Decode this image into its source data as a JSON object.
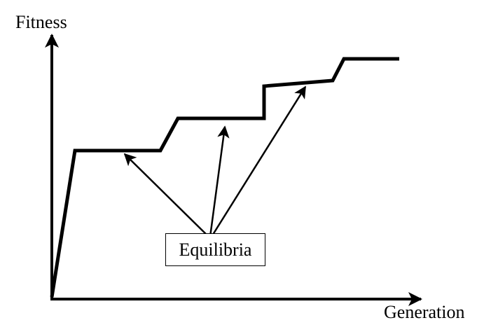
{
  "diagram": {
    "y_axis_label": "Fitness",
    "x_axis_label": "Generation",
    "callout_label": "Equilibria"
  }
}
